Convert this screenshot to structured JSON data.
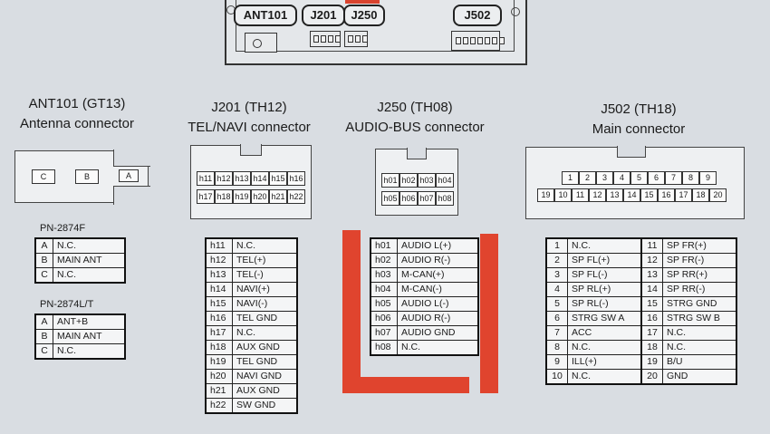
{
  "top_unit": {
    "labels": [
      "ANT101",
      "J201",
      "J250",
      "J502"
    ]
  },
  "connectors": [
    {
      "id": "ant101",
      "title": "ANT101 (GT13)",
      "subtitle": "Antenna connector",
      "face_cells": [
        "C",
        "B",
        "A"
      ]
    },
    {
      "id": "j201",
      "title": "J201 (TH12)",
      "subtitle": "TEL/NAVI connector",
      "face_rows": [
        [
          "h11",
          "h12",
          "h13",
          "h14",
          "h15",
          "h16"
        ],
        [
          "h17",
          "h18",
          "h19",
          "h20",
          "h21",
          "h22"
        ]
      ]
    },
    {
      "id": "j250",
      "title": "J250 (TH08)",
      "subtitle": "AUDIO-BUS connector",
      "face_rows": [
        [
          "h01",
          "h02",
          "h03",
          "h04"
        ],
        [
          "h05",
          "h06",
          "h07",
          "h08"
        ]
      ]
    },
    {
      "id": "j502",
      "title": "J502 (TH18)",
      "subtitle": "Main connector",
      "face_rows": [
        [
          "1",
          "2",
          "3",
          "4",
          "5",
          "6",
          "7",
          "8",
          "9"
        ],
        [
          "19",
          "10",
          "11",
          "12",
          "13",
          "14",
          "15",
          "16",
          "17",
          "18",
          "20"
        ]
      ]
    }
  ],
  "ant_tables": [
    {
      "part": "PN-2874F",
      "rows": [
        [
          "A",
          "N.C."
        ],
        [
          "B",
          "MAIN ANT"
        ],
        [
          "C",
          "N.C."
        ]
      ]
    },
    {
      "part": "PN-2874L/T",
      "rows": [
        [
          "A",
          "ANT+B"
        ],
        [
          "B",
          "MAIN ANT"
        ],
        [
          "C",
          "N.C."
        ]
      ]
    }
  ],
  "j201_table": [
    [
      "h11",
      "N.C."
    ],
    [
      "h12",
      "TEL(+)"
    ],
    [
      "h13",
      "TEL(-)"
    ],
    [
      "h14",
      "NAVI(+)"
    ],
    [
      "h15",
      "NAVI(-)"
    ],
    [
      "h16",
      "TEL GND"
    ],
    [
      "h17",
      "N.C."
    ],
    [
      "h18",
      "AUX GND"
    ],
    [
      "h19",
      "TEL GND"
    ],
    [
      "h20",
      "NAVI GND"
    ],
    [
      "h21",
      "AUX GND"
    ],
    [
      "h22",
      "SW GND"
    ]
  ],
  "j250_table": [
    [
      "h01",
      "AUDIO L(+)"
    ],
    [
      "h02",
      "AUDIO R(-)"
    ],
    [
      "h03",
      "M-CAN(+)"
    ],
    [
      "h04",
      "M-CAN(-)"
    ],
    [
      "h05",
      "AUDIO L(-)"
    ],
    [
      "h06",
      "AUDIO R(-)"
    ],
    [
      "h07",
      "AUDIO GND"
    ],
    [
      "h08",
      "N.C."
    ]
  ],
  "j502_table": [
    [
      "1",
      "N.C.",
      "11",
      "SP FR(+)"
    ],
    [
      "2",
      "SP FL(+)",
      "12",
      "SP FR(-)"
    ],
    [
      "3",
      "SP FL(-)",
      "13",
      "SP RR(+)"
    ],
    [
      "4",
      "SP RL(+)",
      "14",
      "SP RR(-)"
    ],
    [
      "5",
      "SP RL(-)",
      "15",
      "STRG GND"
    ],
    [
      "6",
      "STRG SW A",
      "16",
      "STRG SW B"
    ],
    [
      "7",
      "ACC",
      "17",
      "N.C."
    ],
    [
      "8",
      "N.C.",
      "18",
      "N.C."
    ],
    [
      "9",
      "ILL(+)",
      "19",
      "B/U"
    ],
    [
      "10",
      "N.C.",
      "20",
      "GND"
    ]
  ],
  "colors": {
    "annotation_red": "#e0442e",
    "background": "#d9dde2"
  }
}
